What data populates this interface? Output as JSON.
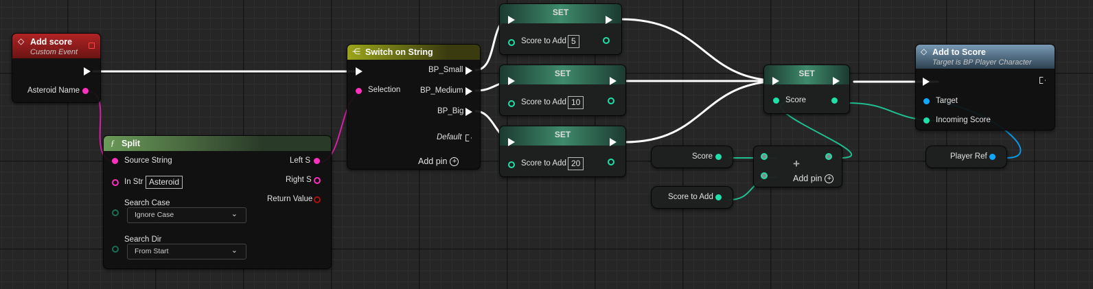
{
  "colors": {
    "exec": "#ffffff",
    "string_pin": "#ff2fc0",
    "int_pin": "#1fe0a8",
    "object_pin": "#0ea8ff",
    "event_header": "#8e1b1b",
    "switch_header": "#8a9017",
    "function_header": "#3b5a30",
    "call_header": "#5a7a95",
    "set_header": "#2d6b55"
  },
  "add_score_event": {
    "title": "Add score",
    "subtitle": "Custom Event",
    "pin_asteroid_name": "Asteroid Name"
  },
  "split_node": {
    "title": "Split",
    "pin_source_string": "Source String",
    "pin_in_str": "In Str",
    "in_str_value": "Asteroid",
    "pin_search_case": "Search Case",
    "search_case_value": "Ignore Case",
    "pin_search_dir": "Search Dir",
    "search_dir_value": "From Start",
    "out_left_s": "Left S",
    "out_right_s": "Right S",
    "out_return_value": "Return Value"
  },
  "switch_node": {
    "title": "Switch on String",
    "pin_selection": "Selection",
    "out_bp_small": "BP_Small",
    "out_bp_medium": "BP_Medium",
    "out_bp_big": "BP_Big",
    "out_default": "Default",
    "add_pin": "Add pin"
  },
  "set_nodes": [
    {
      "title": "SET",
      "pin": "Score to Add",
      "value": "5"
    },
    {
      "title": "SET",
      "pin": "Score to Add",
      "value": "10"
    },
    {
      "title": "SET",
      "pin": "Score to Add",
      "value": "20"
    }
  ],
  "set_score_node": {
    "title": "SET",
    "pin": "Score"
  },
  "score_getter": {
    "label": "Score"
  },
  "score_to_add_getter": {
    "label": "Score to Add"
  },
  "add_node": {
    "symbol": "+",
    "add_pin": "Add pin"
  },
  "add_to_score_node": {
    "title": "Add to Score",
    "subtitle": "Target is BP Player Character",
    "pin_target": "Target",
    "pin_incoming_score": "Incoming Score"
  },
  "player_ref_getter": {
    "label": "Player Ref"
  }
}
